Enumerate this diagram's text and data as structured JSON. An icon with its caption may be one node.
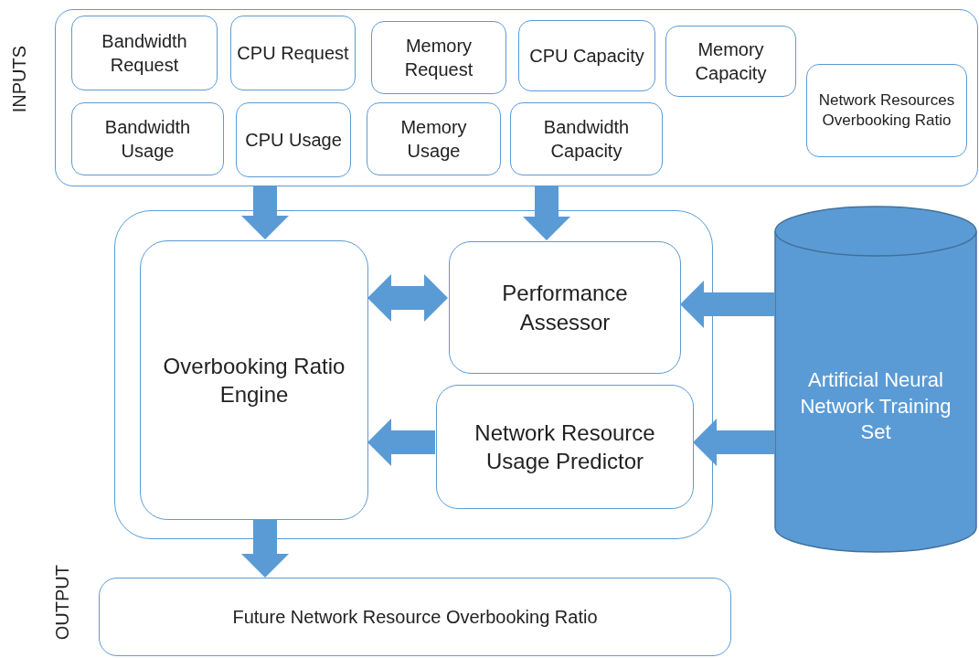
{
  "diagram": {
    "nodes": [
      {
        "text": [
          "INPUTS"
        ]
      },
      {
        "text": [
          "Bandwidth Request"
        ],
        "in": 0
      },
      {
        "text": [
          "CPU Request"
        ],
        "in": 0
      },
      {
        "text": [
          "Memory Request"
        ],
        "in": 0
      },
      {
        "text": [
          "CPU Capacity"
        ],
        "in": 0
      },
      {
        "text": [
          "Memory Capacity"
        ],
        "in": 0
      },
      {
        "text": [
          "Network Resources Overbooking Ratio"
        ],
        "in": 0
      },
      {
        "text": [
          "Bandwidth Usage"
        ],
        "in": 0
      },
      {
        "text": [
          "CPU Usage"
        ],
        "in": 0
      },
      {
        "text": [
          "Memory Usage"
        ],
        "in": 0
      },
      {
        "text": [
          "Bandwidth Capacity"
        ],
        "in": 0
      },
      {
        "text": [],
        "shape": "box"
      },
      {
        "text": [
          "Overbooking Ratio Engine"
        ],
        "in": 11
      },
      {
        "text": [
          "Performance Assessor"
        ],
        "in": 11
      },
      {
        "text": [
          "Network Resource Usage Predictor"
        ],
        "in": 11
      },
      {
        "text": [
          "Artificial Neural Network Training Set"
        ]
      },
      {
        "text": [
          "OUTPUT",
          "Future Network Resource Overbooking Ratio"
        ]
      }
    ],
    "edges": [
      {
        "from": 0,
        "to": 12,
        "arrow": "to",
        "style": "thick"
      },
      {
        "from": 0,
        "to": 13,
        "arrow": "to",
        "style": "thick"
      },
      {
        "from": 12,
        "to": 13,
        "arrow": "both",
        "style": "thick"
      },
      {
        "from": 15,
        "to": 13,
        "arrow": "to",
        "style": "thick"
      },
      {
        "from": 15,
        "to": 14,
        "arrow": "to",
        "style": "thick"
      },
      {
        "from": 14,
        "to": 12,
        "arrow": "to",
        "style": "thick"
      },
      {
        "from": 12,
        "to": 16,
        "arrow": "to",
        "style": "thick"
      }
    ]
  }
}
